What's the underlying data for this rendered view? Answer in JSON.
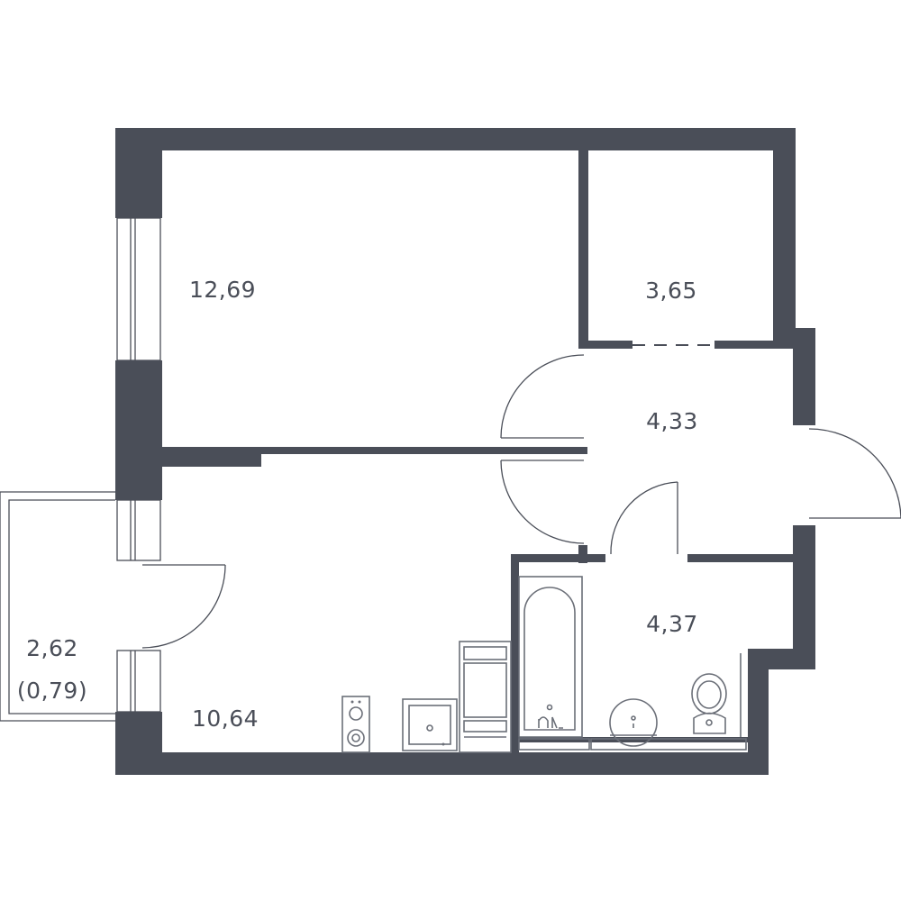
{
  "colors": {
    "wall": "#4a4e58",
    "fixture": "#6b6f78",
    "background": "#ffffff"
  },
  "rooms": {
    "bedroom_area": "12,69",
    "storage_area": "3,65",
    "hallway_area": "4,33",
    "bathroom_area": "4,37",
    "living_kitchen_area": "10,64",
    "balcony_area": "2,62",
    "balcony_reduced_area": "(0,79)"
  },
  "fixtures": [
    "bathtub",
    "washbasin",
    "toilet",
    "stove",
    "sink",
    "kitchen-cabinet"
  ]
}
